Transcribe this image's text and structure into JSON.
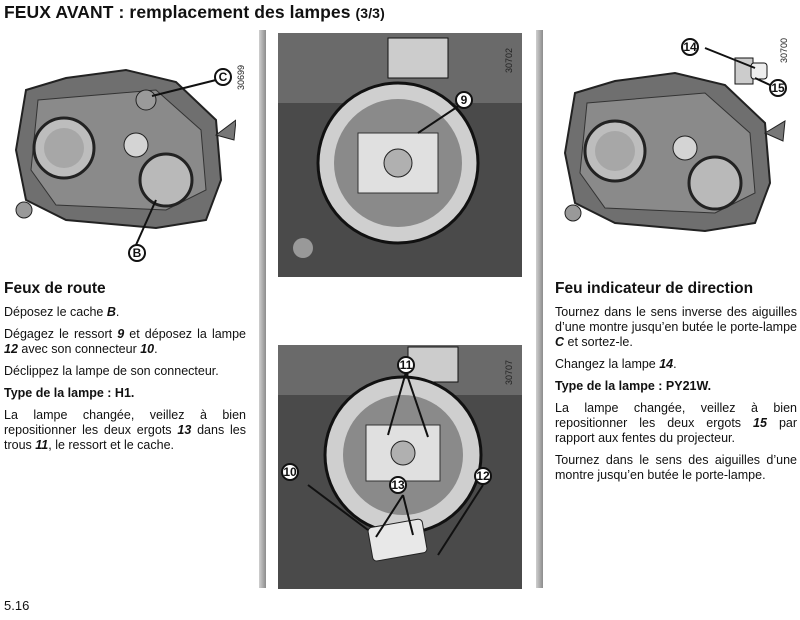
{
  "header": {
    "title": "FEUX AVANT : remplacement des lampes",
    "part": "(3/3)"
  },
  "figures": {
    "fig1": {
      "ref": "30699",
      "callouts": {
        "c": "C",
        "b": "B"
      }
    },
    "fig2": {
      "ref": "30702",
      "callouts": {
        "nine": "9"
      }
    },
    "fig3": {
      "ref": "30707",
      "callouts": {
        "eleven": "11",
        "ten": "10",
        "thirteen": "13",
        "twelve": "12"
      }
    },
    "fig4": {
      "ref": "30700",
      "callouts": {
        "fourteen": "14",
        "fifteen": "15"
      }
    }
  },
  "left": {
    "heading": "Feux de route",
    "p1_a": "Déposez le cache ",
    "p1_b": "B",
    "p1_c": ".",
    "p2_a": "Dégagez le ressort ",
    "p2_b": "9",
    "p2_c": " et déposez la lampe ",
    "p2_d": "12",
    "p2_e": " avec son connecteur ",
    "p2_f": "10",
    "p2_g": ".",
    "p3": "Déclippez la lampe de son connecteur.",
    "p4": "Type de la lampe : H1.",
    "p5_a": "La lampe changée, veillez à bien repositionner les deux ergots ",
    "p5_b": "13",
    "p5_c": " dans les trous ",
    "p5_d": "11",
    "p5_e": ", le ressort et le cache."
  },
  "right": {
    "heading": "Feu indicateur de direction",
    "p1_a": "Tournez dans le sens inverse des aiguilles d’une montre jusqu’en butée le porte-lampe ",
    "p1_b": "C",
    "p1_c": " et sortez-le.",
    "p2_a": "Changez la lampe ",
    "p2_b": "14",
    "p2_c": ".",
    "p3": "Type de la lampe : PY21W.",
    "p4_a": "La lampe changée, veillez à bien repositionner les deux ergots ",
    "p4_b": "15",
    "p4_c": " par rapport aux fentes du projecteur.",
    "p5": "Tournez dans le sens des aiguilles d’une montre jusqu’en butée le porte-lampe."
  },
  "footer": {
    "page": "5.16"
  }
}
